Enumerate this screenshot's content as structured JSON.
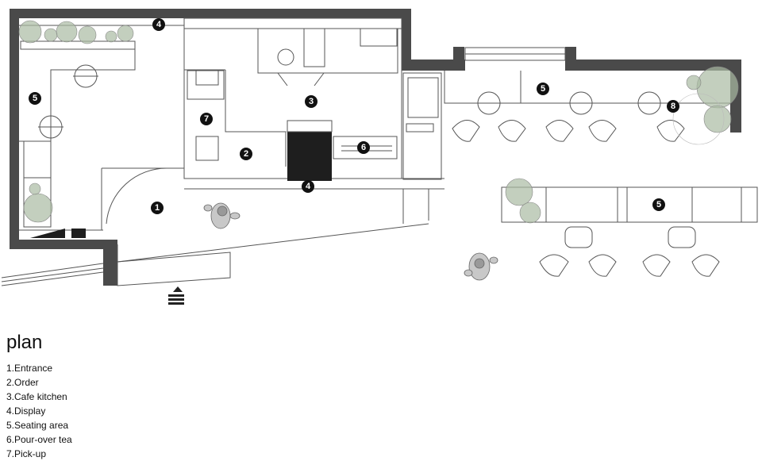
{
  "plan": {
    "title": "plan",
    "legend": [
      "1.Entrance",
      "2.Order",
      "3.Cafe kitchen",
      "4.Display",
      "5.Seating area",
      "6.Pour-over tea",
      "7.Pick-up"
    ],
    "markers": [
      "4",
      "5",
      "3",
      "7",
      "2",
      "6",
      "4",
      "1",
      "5",
      "8",
      "5"
    ]
  },
  "colors": {
    "wall": "#4a4a4a",
    "line": "#555555",
    "plant": "#a9bba2",
    "dark_counter": "#1e1e1e",
    "marker": "#111111"
  }
}
